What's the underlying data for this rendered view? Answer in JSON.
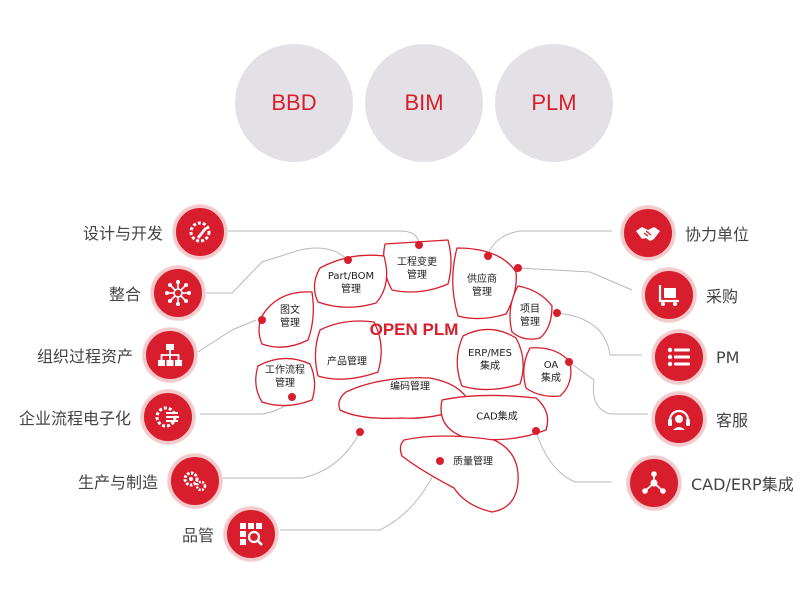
{
  "colors": {
    "accent": "#d81e2c",
    "circle_bg": "#e3e1e6",
    "line": "#b9b9b9"
  },
  "top_circles": [
    "BBD",
    "BIM",
    "PLM"
  ],
  "brain": {
    "title": "OPEN PLM",
    "regions": {
      "engineering_change": "工程变更\n管理",
      "part_bom": "Part/BOM\n管理",
      "supply": "供应商\n管理",
      "drawing": "图文\n管理",
      "project": "项目\n管理",
      "product": "产品管理",
      "erp_mes": "ERP/MES\n集成",
      "oa": "OA\n集成",
      "workflow": "工作流程\n管理",
      "coding": "编码管理",
      "cad": "CAD集成",
      "quality": "质量管理"
    }
  },
  "left_features": [
    {
      "label": "设计与开发",
      "icon": "gear-pencil-icon"
    },
    {
      "label": "整合",
      "icon": "network-hub-icon"
    },
    {
      "label": "组织过程资产",
      "icon": "org-chart-icon"
    },
    {
      "label": "企业流程电子化",
      "icon": "gear-list-icon"
    },
    {
      "label": "生产与制造",
      "icon": "gears-icon"
    },
    {
      "label": "品管",
      "icon": "grid-magnifier-icon"
    }
  ],
  "right_features": [
    {
      "label": "协力单位",
      "icon": "handshake-icon"
    },
    {
      "label": "采购",
      "icon": "cart-icon"
    },
    {
      "label": "PM",
      "icon": "list-icon"
    },
    {
      "label": "客服",
      "icon": "headset-icon"
    },
    {
      "label": "CAD/ERP集成",
      "icon": "share-nodes-icon"
    }
  ]
}
